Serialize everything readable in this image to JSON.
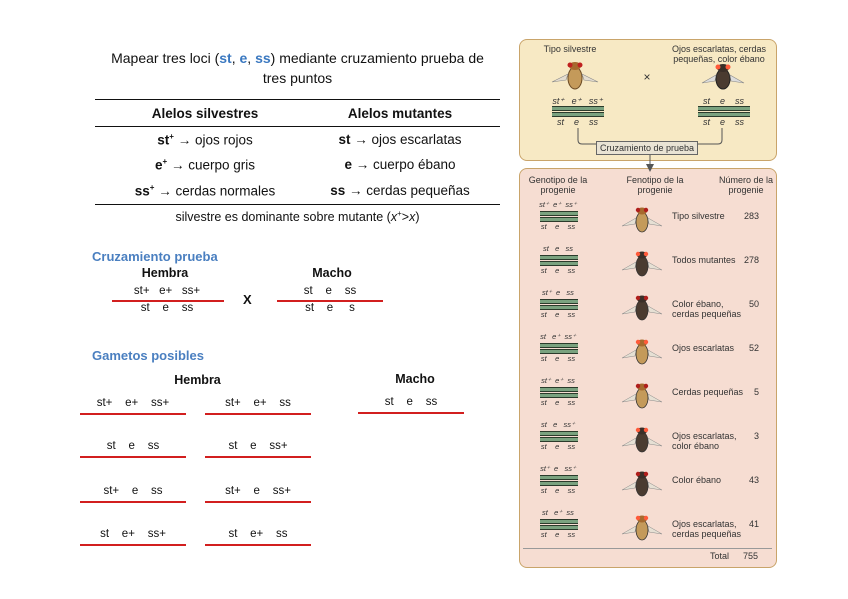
{
  "title": {
    "part1": "Mapear tres loci (",
    "st": "st",
    "sep1": ", ",
    "e": "e",
    "sep2": ", ",
    "ss": "ss",
    "part2": ") mediante cruzamiento prueba de",
    "line2": "tres puntos"
  },
  "table": {
    "col1": "Alelos silvestres",
    "col2": "Alelos mutantes",
    "rows": [
      {
        "wt_sym": "st",
        "wt_sup": "+",
        "wt_desc": " → ojos rojos",
        "mut_sym": "st",
        "mut_desc": " → ojos escarlatas"
      },
      {
        "wt_sym": "e",
        "wt_sup": "+",
        "wt_desc": " → cuerpo gris",
        "mut_sym": "e",
        "mut_desc": " → cuerpo ébano"
      },
      {
        "wt_sym": "ss",
        "wt_sup": "+",
        "wt_desc": " → cerdas normales",
        "mut_sym": "ss",
        "mut_desc": " → cerdas pequeñas"
      }
    ],
    "footer_a": "silvestre es dominante sobre mutante (",
    "footer_x1": "x",
    "footer_sup": "+",
    "footer_b": ">",
    "footer_x2": "x",
    "footer_c": ")"
  },
  "cross": {
    "heading": "Cruzamiento prueba",
    "female": "Hembra",
    "male": "Macho",
    "female_top": "st+   e+   ss+",
    "female_bottom": "st    e    ss",
    "times": "X",
    "male_top": "st    e    ss",
    "male_bottom": "st    e     s"
  },
  "gametes": {
    "heading": "Gametos posibles",
    "female": "Hembra",
    "male": "Macho",
    "female_list": [
      "st+    e+    ss+",
      "st+    e+    ss",
      "st    e    ss",
      "st    e    ss+",
      "st+    e    ss",
      "st+    e    ss+",
      "st    e+    ss+",
      "st    e+    ss"
    ],
    "male_list": [
      "st    e    ss"
    ]
  },
  "figure": {
    "top": {
      "wild_label": "Tipo silvestre",
      "mutant_label": "Ojos escarlatas, cerdas pequeñas, color ébano",
      "times": "×",
      "testcross": "Cruzamiento de prueba",
      "wild_top": "st⁺   e⁺   ss⁺",
      "wild_bottom": "st    e    ss",
      "mut_top": "st    e    ss",
      "mut_bottom": "st    e    ss"
    },
    "header": {
      "c1": "Genotipo de la progenie",
      "c2": "Fenotipo de la progenie",
      "c3": "Número de la progenie"
    },
    "rows": [
      {
        "geno_top": "st⁺  e⁺  ss⁺",
        "pheno": "Tipo silvestre",
        "n": "283"
      },
      {
        "geno_top": "st   e   ss",
        "pheno": "Todos mutantes",
        "n": "278"
      },
      {
        "geno_top": "st⁺  e   ss",
        "pheno": "Color ébano, cerdas pequeñas",
        "n": "50"
      },
      {
        "geno_top": "st   e⁺  ss⁺",
        "pheno": "Ojos escarlatas",
        "n": "52"
      },
      {
        "geno_top": "st⁺  e⁺  ss",
        "pheno": "Cerdas pequeñas",
        "n": "5"
      },
      {
        "geno_top": "st   e   ss⁺",
        "pheno": "Ojos escarlatas, color ébano",
        "n": "3"
      },
      {
        "geno_top": "st⁺  e   ss⁺",
        "pheno": "Color ébano",
        "n": "43"
      },
      {
        "geno_top": "st   e⁺  ss",
        "pheno": "Ojos escarlatas, cerdas pequeñas",
        "n": "41"
      }
    ],
    "geno_bottom": "st    e    ss",
    "total_label": "Total",
    "total": "755",
    "colors": {
      "top_bg": "#f7e9c4",
      "bottom_bg": "#f6ddd2",
      "chromosome": "#7aa27f",
      "accent": "#3a78c0",
      "line": "#d21f1f"
    }
  }
}
